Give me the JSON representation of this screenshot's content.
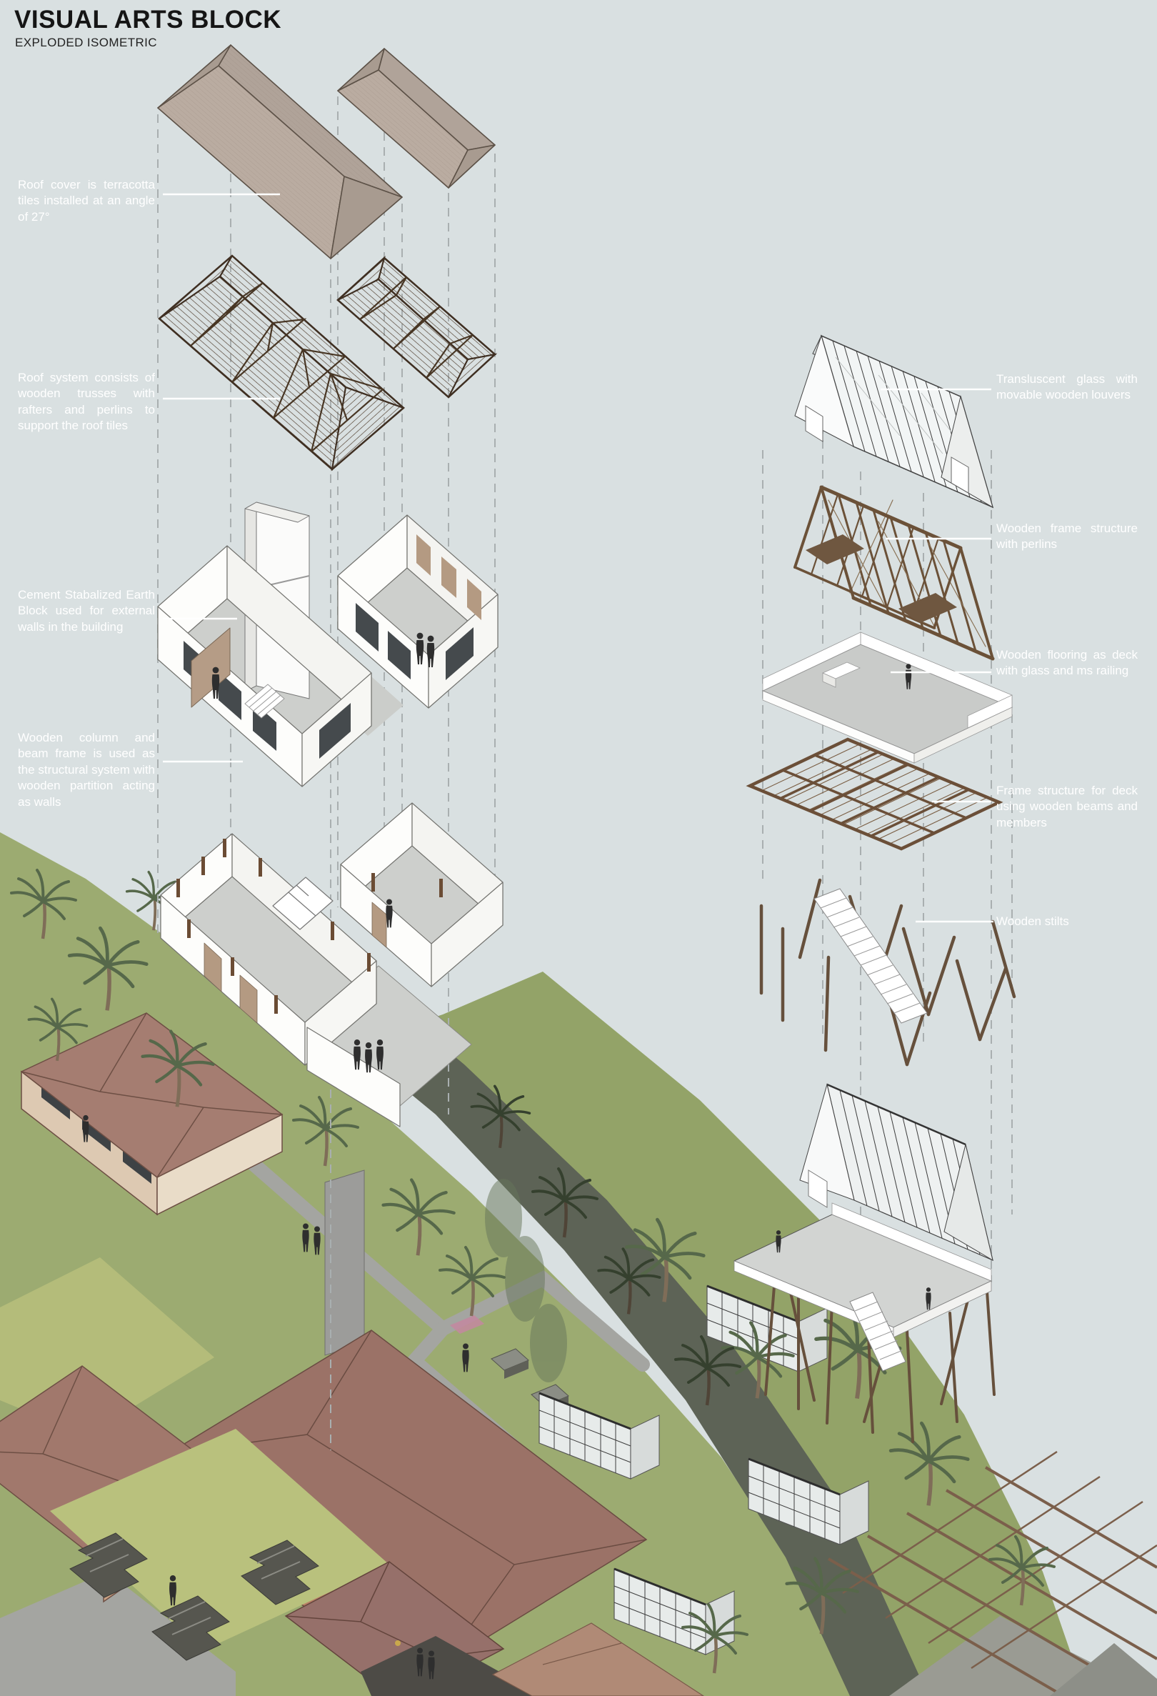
{
  "title": "VISUAL ARTS BLOCK",
  "subtitle": "EXPLODED ISOMETRIC",
  "annotations": {
    "left": [
      {
        "id": "roof-cover",
        "text": "Roof cover is terracotta tiles installed at an angle of 27°"
      },
      {
        "id": "roof-system",
        "text": "Roof system consists of wooden trusses with rafters and perlins to support the roof tiles"
      },
      {
        "id": "walls",
        "text": "Cement Stabalized Earth Block used for external walls in the building"
      },
      {
        "id": "structure",
        "text": "Wooden column and beam frame is used as the structural system with wooden partition acting as walls"
      }
    ],
    "right": [
      {
        "id": "glass-louvers",
        "text": "Transluscent glass with movable wooden louvers"
      },
      {
        "id": "wood-frame",
        "text": "Wooden frame structure with perlins"
      },
      {
        "id": "deck-floor",
        "text": "Wooden flooring as deck with glass and ms railing"
      },
      {
        "id": "deck-frame",
        "text": "Frame structure for deck using wooden beams and members"
      },
      {
        "id": "stilts",
        "text": "Wooden stilts"
      }
    ]
  },
  "colors": {
    "background": "#d9e0e1",
    "roof_tile": "#b4a69b",
    "truss_wood": "#4a3728",
    "frame_wood": "#6b5138",
    "wall_white": "#fdfdfb",
    "grass": "#9cab71",
    "dark_band": "#5d6356",
    "terracotta": "#a1786c",
    "label_text": "#ffffff"
  }
}
